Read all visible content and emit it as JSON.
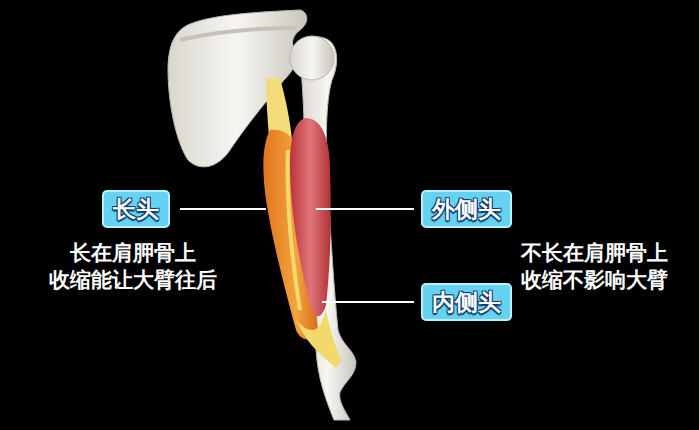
{
  "diagram": {
    "nodes": [
      {
        "text": [
          "长头"
        ]
      },
      {
        "text": [
          "外侧头"
        ]
      },
      {
        "text": [
          "内侧头"
        ]
      }
    ],
    "labels": [
      "长在肩胛骨上 收缩能让大臂往后",
      "不长在肩胛骨上 收缩不影响大臂"
    ]
  }
}
